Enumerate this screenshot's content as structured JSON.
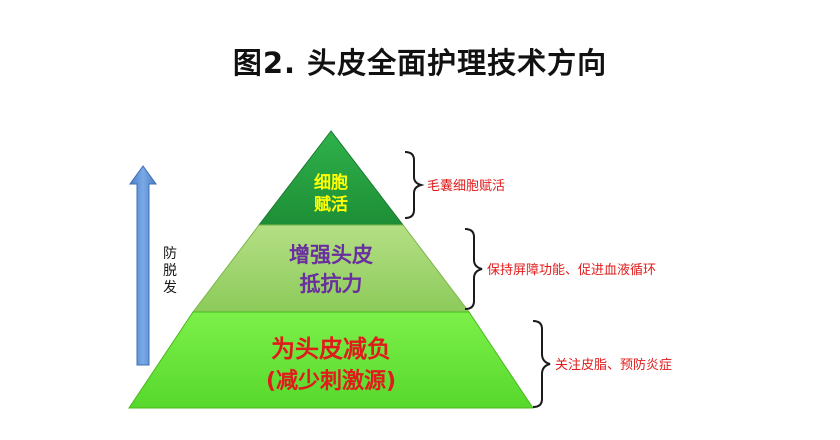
{
  "title": "图2. 头皮全面护理技术方向",
  "arrow_label": [
    "防",
    "脱",
    "发"
  ],
  "tiers": [
    {
      "lines": [
        "细胞",
        "赋活"
      ],
      "color": "#ffff00",
      "note": "毛囊细胞赋活"
    },
    {
      "lines": [
        "增强头皮",
        "抵抗力"
      ],
      "color": "#6a2f9e",
      "note": "保持屏障功能、促进血液循环"
    },
    {
      "lines": [
        "为头皮减负",
        "(减少刺激源)"
      ],
      "color": "#e01b1b",
      "note": "关注皮脂、预防炎症"
    }
  ],
  "colors": {
    "tier_top": "#1e9e3c",
    "tier_mid": "#9fd36a",
    "tier_bottom": "#6ee83a",
    "arrow": "#5b8fd6",
    "note_text": "#e01b1b"
  }
}
